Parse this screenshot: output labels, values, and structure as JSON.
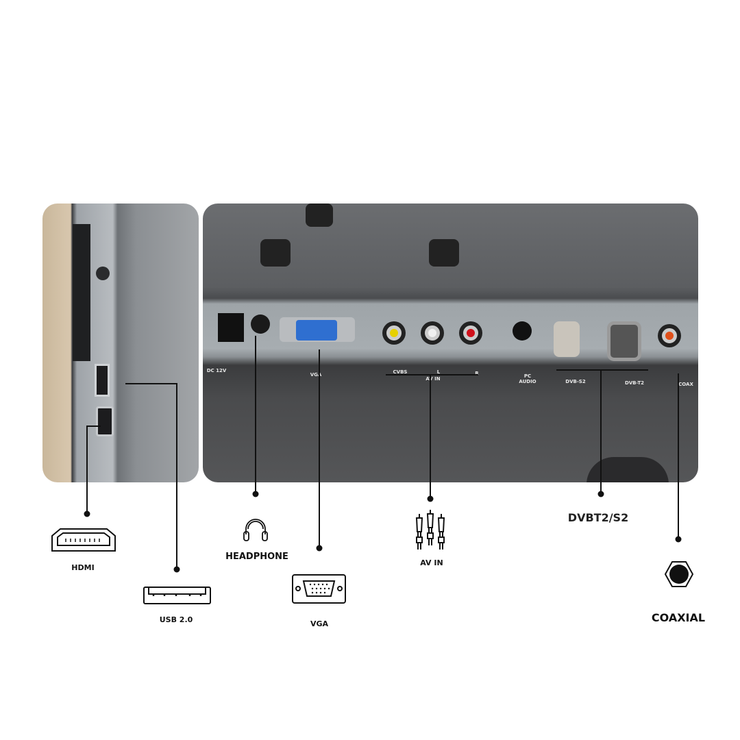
{
  "photo_labels": {
    "dc": "DC 12V",
    "vga": "VGA",
    "cvbs": "CVBS",
    "l": "L",
    "r": "R",
    "av_in": "AV IN",
    "pc_audio": "PC\nAUDIO",
    "dvb_s2": "DVB-S2",
    "dvb_t2": "DVB-T2",
    "coax": "COAX"
  },
  "callouts": {
    "hdmi": {
      "label": "HDMI",
      "icon": "hdmi-port-icon"
    },
    "usb": {
      "label": "USB 2.0",
      "icon": "usb-port-icon"
    },
    "headphone": {
      "label": "HEADPHONE",
      "icon": "headphone-icon"
    },
    "vga": {
      "label": "VGA",
      "icon": "vga-port-icon"
    },
    "av_in": {
      "label": "AV IN",
      "icon": "rca-plugs-icon"
    },
    "dvb": {
      "label": "DVBT2/S2"
    },
    "coaxial": {
      "label": "COAXIAL",
      "icon": "coaxial-hexagon-icon"
    }
  },
  "colors": {
    "line": "#111111",
    "rca_yellow": "#e6d000",
    "rca_white": "#f0f0f0",
    "rca_red": "#d0101a",
    "vga_blue": "#2f6fd0",
    "coax_orange": "#e0501a"
  }
}
